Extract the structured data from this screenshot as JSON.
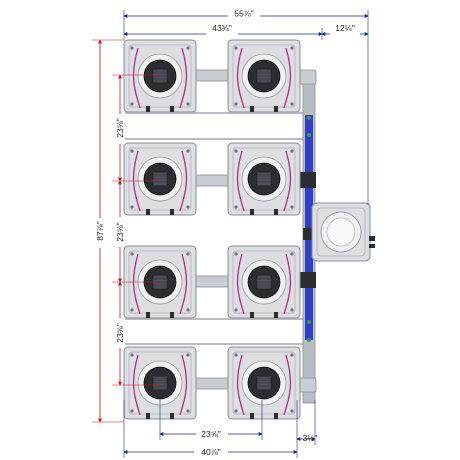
{
  "dimensions": {
    "overall_width": "55⅞\"",
    "pods_width": "43¾\"",
    "brain_width": "12¼\"",
    "overall_height": "87⅞\"",
    "row_pitch_1": "23⅝\"",
    "row_pitch_2": "23⅝\"",
    "row_pitch_3": "23⅝\"",
    "pod_center_spacing": "23⅝\"",
    "base_width": "40⅞\"",
    "offset": "3½\""
  },
  "colors": {
    "dimension_line": "#1b2c8a",
    "height_line": "#d0121b",
    "pod_fill": "#dcdee2",
    "pod_stroke": "#8a8f96",
    "lid_dark": "#2b2d31",
    "tubing": "#b0307c",
    "pipe_blue": "#2e3fc8",
    "pipe_grey": "#b9bdc3"
  },
  "layout": {
    "pod_rows": 4,
    "pod_columns": 2,
    "icons": [
      "grow-pod-icon",
      "brain-bucket-icon",
      "drain-pipe-icon",
      "tubing-icon"
    ]
  }
}
